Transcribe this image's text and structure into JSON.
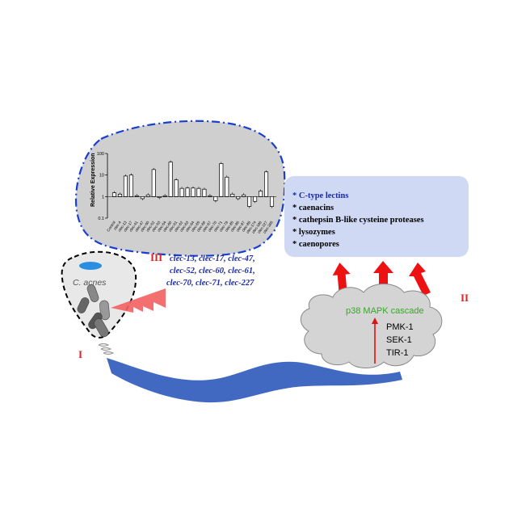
{
  "colors": {
    "worm": "#4169c2",
    "arrow_red": "#ee1111",
    "label_red": "#dd2222",
    "gene_blue": "#1a2aa8",
    "p38_green": "#33aa22",
    "effector_box": "#cfd9f3",
    "cloud_fill": "#d4d4d4",
    "chart_bg": "#cfcfcf",
    "dashdot_blue": "#1a3fd0"
  },
  "labels": {
    "roman_1": "I",
    "roman_2": "II",
    "roman_3": "III",
    "bacterium": "C. acnes"
  },
  "genes": {
    "line1": "clec-13, clec-17, clec-47,",
    "line2": "clec-52, clec-60, clec-61,",
    "line3": "clec-70, clec-71, clec-227"
  },
  "effectors": {
    "item1": "* C-type lectins",
    "item2": "* caenacins",
    "item3": "* cathepsin B-like cysteine proteases",
    "item4": "* lysozymes",
    "item5": "* caenopores"
  },
  "pathway": {
    "title": "p38 MAPK cascade",
    "pmk": "PMK-1",
    "sek": "SEK-1",
    "tir": "TIR-1"
  },
  "icons": {
    "worm": "nematode-worm-icon",
    "bacteria": "rod-bacteria-icon",
    "cloud": "cloud-shape",
    "arrows": "block-arrow-up-icon"
  },
  "chart_data": {
    "type": "bar",
    "ylabel": "Relative Expression",
    "yscale": "log",
    "ylim": [
      0.1,
      100
    ],
    "yticks": [
      "100",
      "10",
      "1",
      "0.1"
    ],
    "categories": [
      "Control",
      "clec-4",
      "clec-13",
      "clec-17",
      "clec-41",
      "clec-47",
      "clec-50",
      "clec-52",
      "clec-53",
      "clec-54",
      "clec-60",
      "clec-61",
      "clec-62",
      "clec-63",
      "clec-64",
      "clec-65",
      "clec-66",
      "clec-67",
      "clec-70",
      "clec-71",
      "clec-78",
      "clec-85",
      "clec-86",
      "clec-87",
      "clec-88",
      "clec-174",
      "clec-186",
      "clec-227",
      "clec-265"
    ],
    "values": [
      1.5,
      1.3,
      9,
      10,
      1.1,
      0.8,
      1.2,
      18,
      0.9,
      1.1,
      40,
      6,
      2.4,
      2.5,
      2.5,
      2.4,
      2.2,
      1.1,
      0.65,
      34,
      8,
      1.3,
      0.8,
      1.2,
      0.35,
      0.6,
      1.8,
      14,
      0.35
    ],
    "grid": false
  }
}
